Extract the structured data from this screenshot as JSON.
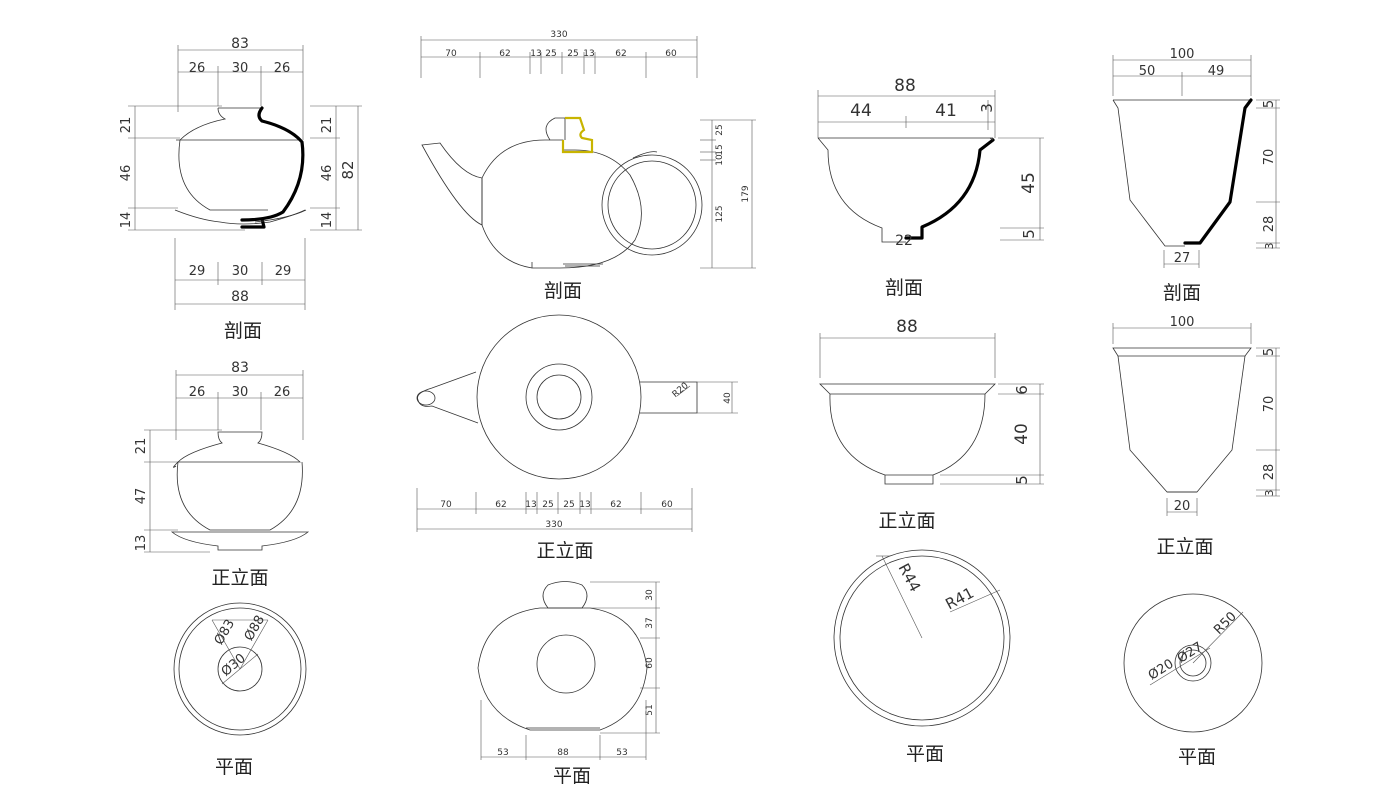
{
  "drawings": {
    "gaiwan": {
      "section": {
        "caption": "剖面",
        "top_dims": [
          "83",
          "26",
          "30",
          "26"
        ],
        "bottom_dims": [
          "29",
          "30",
          "29",
          "88"
        ],
        "left_dims": [
          "21",
          "46",
          "14"
        ],
        "right_dims": [
          "21",
          "46",
          "14",
          "82"
        ]
      },
      "elevation": {
        "caption": "正立面",
        "top_dims": [
          "83",
          "26",
          "30",
          "26"
        ],
        "left_dims": [
          "21",
          "47",
          "13"
        ]
      },
      "plan": {
        "caption": "平面",
        "labels": [
          "Ø83",
          "Ø88",
          "Ø30"
        ]
      }
    },
    "teapot": {
      "section": {
        "caption": "剖面",
        "top_dims": [
          "330",
          "70",
          "62",
          "13",
          "25",
          "25",
          "13",
          "62",
          "60"
        ],
        "right_dims": [
          "25",
          "15",
          "10",
          "125",
          "179"
        ]
      },
      "elevation": {
        "caption": "正立面",
        "bottom_dims": [
          "70",
          "62",
          "13",
          "25",
          "25",
          "13",
          "62",
          "60",
          "330"
        ],
        "handle_labels": [
          "R20",
          "40"
        ]
      },
      "plan": {
        "caption": "平面",
        "right_dims": [
          "30",
          "37",
          "60",
          "51"
        ],
        "bottom_dims": [
          "53",
          "88",
          "53"
        ]
      }
    },
    "bowl": {
      "section": {
        "caption": "剖面",
        "top_dims": [
          "88",
          "44",
          "41",
          "3"
        ],
        "right_dims": [
          "45",
          "5"
        ],
        "foot_dim": "22"
      },
      "elevation": {
        "caption": "正立面",
        "top_dims": [
          "88"
        ],
        "right_dims": [
          "6",
          "40",
          "5"
        ]
      },
      "plan": {
        "caption": "平面",
        "labels": [
          "R44",
          "R41"
        ]
      }
    },
    "cup": {
      "section": {
        "caption": "剖面",
        "top_dims": [
          "100",
          "50",
          "49"
        ],
        "right_dims": [
          "5",
          "70",
          "28",
          "3"
        ],
        "foot_dim": "27"
      },
      "elevation": {
        "caption": "正立面",
        "top_dims": [
          "100"
        ],
        "right_dims": [
          "5",
          "70",
          "28",
          "3"
        ],
        "foot_dim": "20"
      },
      "plan": {
        "caption": "平面",
        "labels": [
          "Ø20",
          "Ø27",
          "R50"
        ]
      }
    }
  }
}
